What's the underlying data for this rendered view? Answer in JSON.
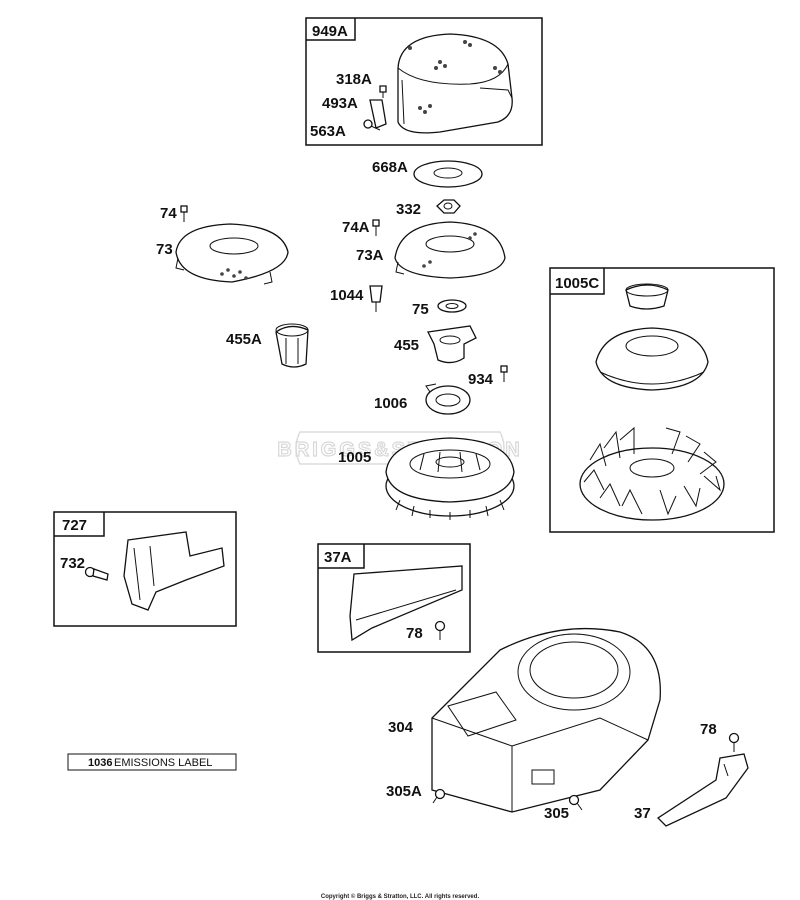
{
  "watermark": "BRIGGS&STRATTON",
  "boxes": {
    "b949A": "949A",
    "b1005C": "1005C",
    "b727": "727",
    "b37A": "37A"
  },
  "labels": {
    "p318A": "318A",
    "p493A": "493A",
    "p563A": "563A",
    "p668A": "668A",
    "p332": "332",
    "p74": "74",
    "p73": "73",
    "p74A": "74A",
    "p73A": "73A",
    "p1044": "1044",
    "p75": "75",
    "p455A": "455A",
    "p455": "455",
    "p934": "934",
    "p1006": "1006",
    "p1005": "1005",
    "p732": "732",
    "p78a": "78",
    "p304": "304",
    "p78b": "78",
    "p305A": "305A",
    "p305": "305",
    "p37": "37"
  },
  "emissions": {
    "number": "1036",
    "text": "EMISSIONS LABEL"
  },
  "copyright": "Copyright © Briggs & Stratton, LLC. All rights reserved."
}
